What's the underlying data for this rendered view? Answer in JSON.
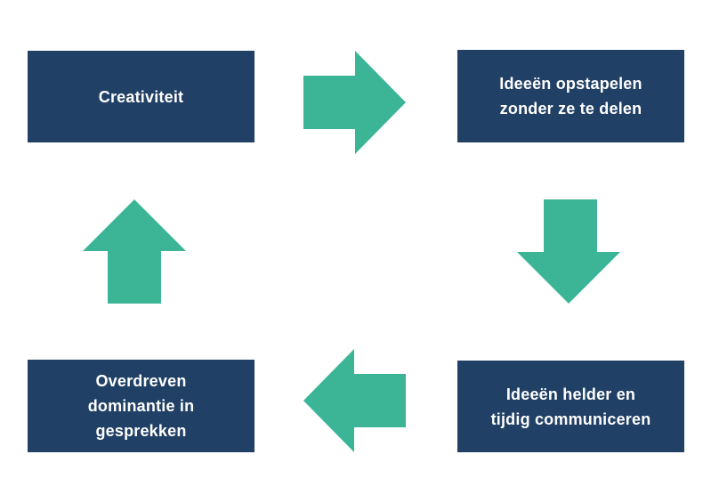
{
  "colors": {
    "background": "#ffffff",
    "box_fill": "#214065",
    "box_text": "#ffffff",
    "arrow_fill": "#3cb596"
  },
  "diagram": {
    "type": "cycle",
    "nodes": [
      {
        "id": "top-left",
        "label": "Creativiteit"
      },
      {
        "id": "top-right",
        "label": "Ideeën opstapelen\nzonder ze te delen"
      },
      {
        "id": "bottom-right",
        "label": "Ideeën helder en\ntijdig communiceren"
      },
      {
        "id": "bottom-left",
        "label": "Overdreven\ndominantie in\ngesprekken"
      }
    ],
    "arrows": [
      {
        "id": "arrow-right",
        "direction": "right",
        "from": "top-left",
        "to": "top-right"
      },
      {
        "id": "arrow-down",
        "direction": "down",
        "from": "top-right",
        "to": "bottom-right"
      },
      {
        "id": "arrow-left",
        "direction": "left",
        "from": "bottom-right",
        "to": "bottom-left"
      },
      {
        "id": "arrow-up",
        "direction": "up",
        "from": "bottom-left",
        "to": "top-left"
      }
    ]
  }
}
